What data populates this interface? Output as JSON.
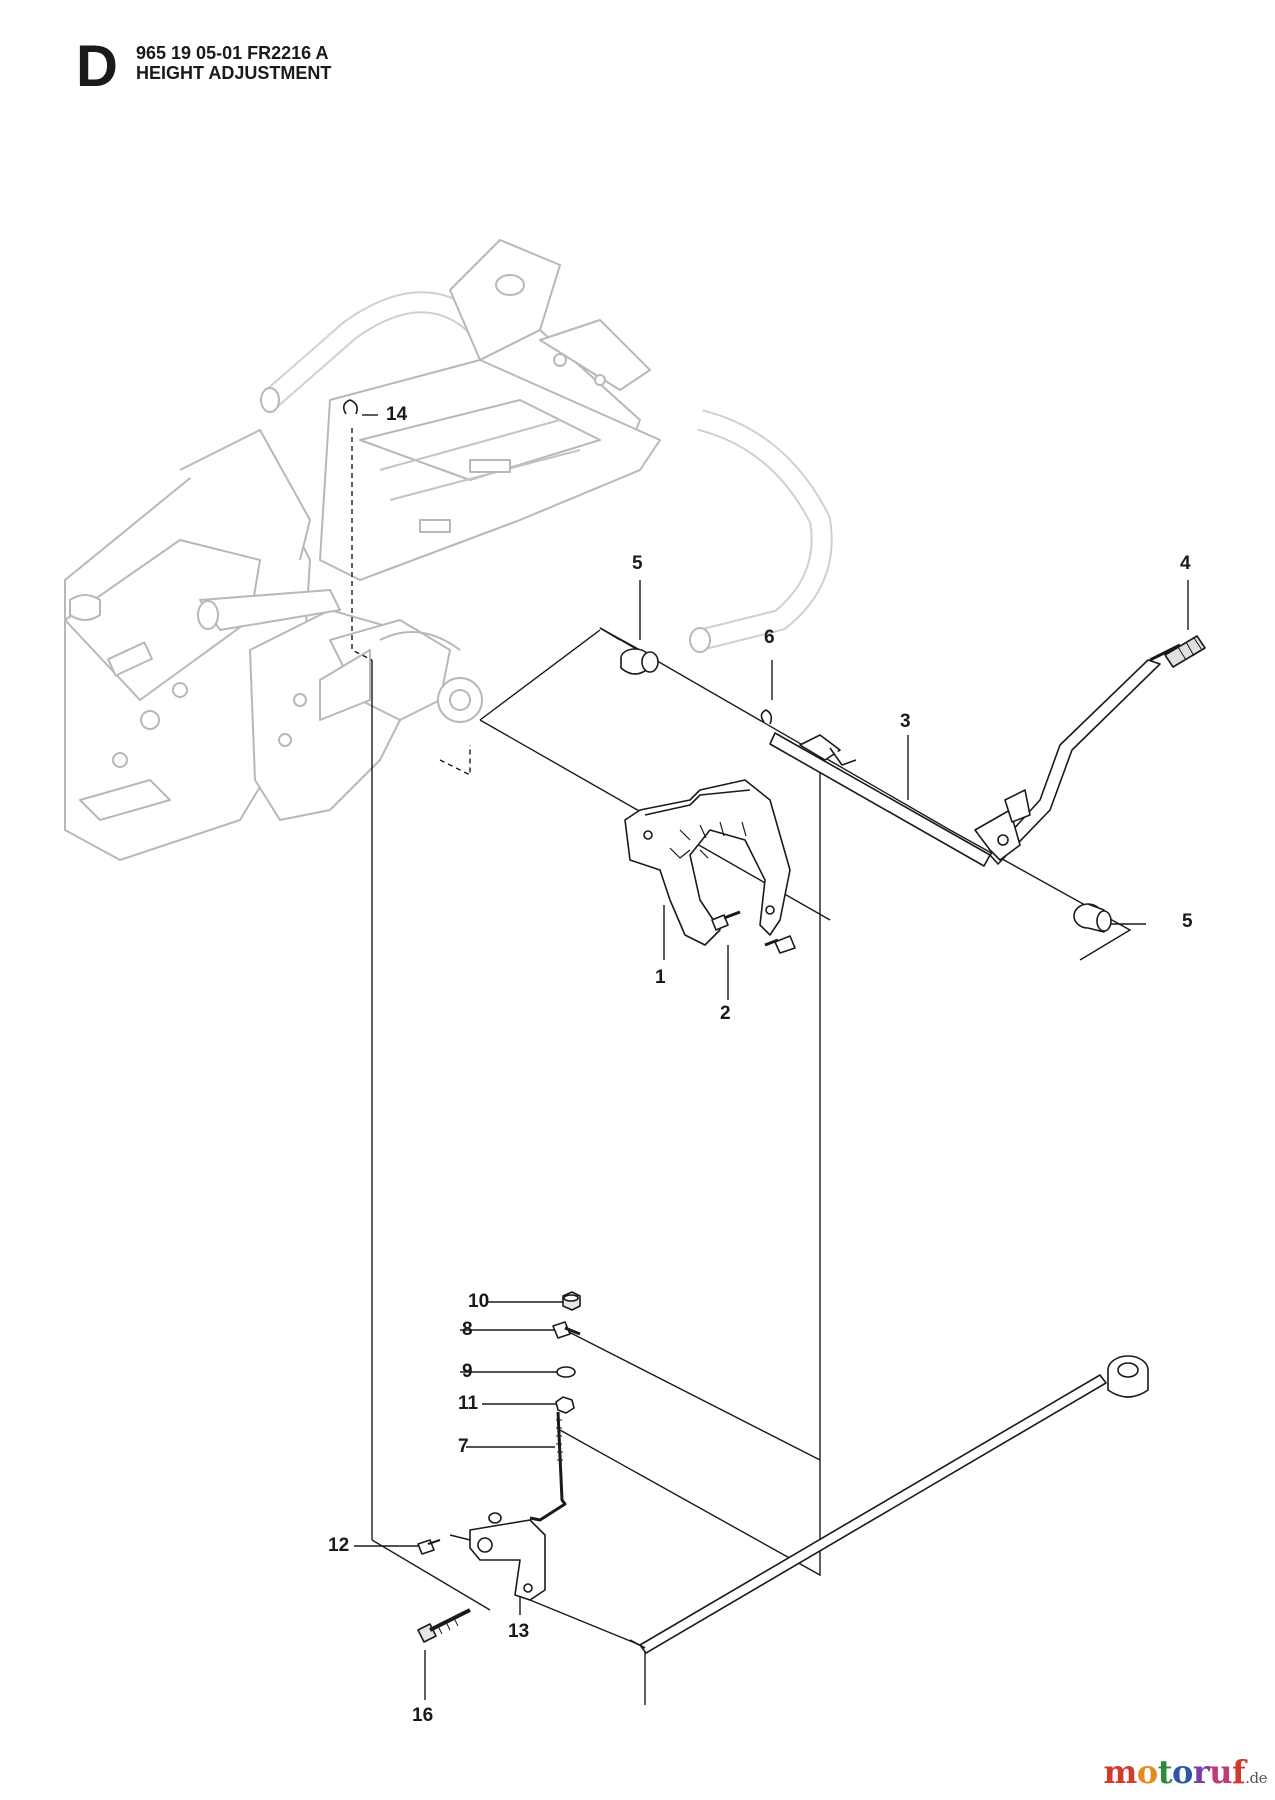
{
  "header": {
    "section_letter": "D",
    "part_code": "965 19 05-01 FR2216 A",
    "title": "HEIGHT ADJUSTMENT"
  },
  "callouts": [
    {
      "id": "c14",
      "label": "14"
    },
    {
      "id": "c5a",
      "label": "5"
    },
    {
      "id": "c4",
      "label": "4"
    },
    {
      "id": "c6",
      "label": "6"
    },
    {
      "id": "c3",
      "label": "3"
    },
    {
      "id": "c5b",
      "label": "5"
    },
    {
      "id": "c1",
      "label": "1"
    },
    {
      "id": "c2",
      "label": "2"
    },
    {
      "id": "c10",
      "label": "10"
    },
    {
      "id": "c8",
      "label": "8"
    },
    {
      "id": "c9",
      "label": "9"
    },
    {
      "id": "c11",
      "label": "11"
    },
    {
      "id": "c7",
      "label": "7"
    },
    {
      "id": "c12",
      "label": "12"
    },
    {
      "id": "c13",
      "label": "13"
    },
    {
      "id": "c16",
      "label": "16"
    }
  ],
  "watermark": {
    "letters": [
      "m",
      "o",
      "t",
      "o",
      "r",
      "u",
      "f"
    ],
    "tld": ".de"
  },
  "colors": {
    "ink": "#1a1a1a",
    "frame_ghost": "#b8b8b8",
    "part_fill": "#ffffff"
  }
}
